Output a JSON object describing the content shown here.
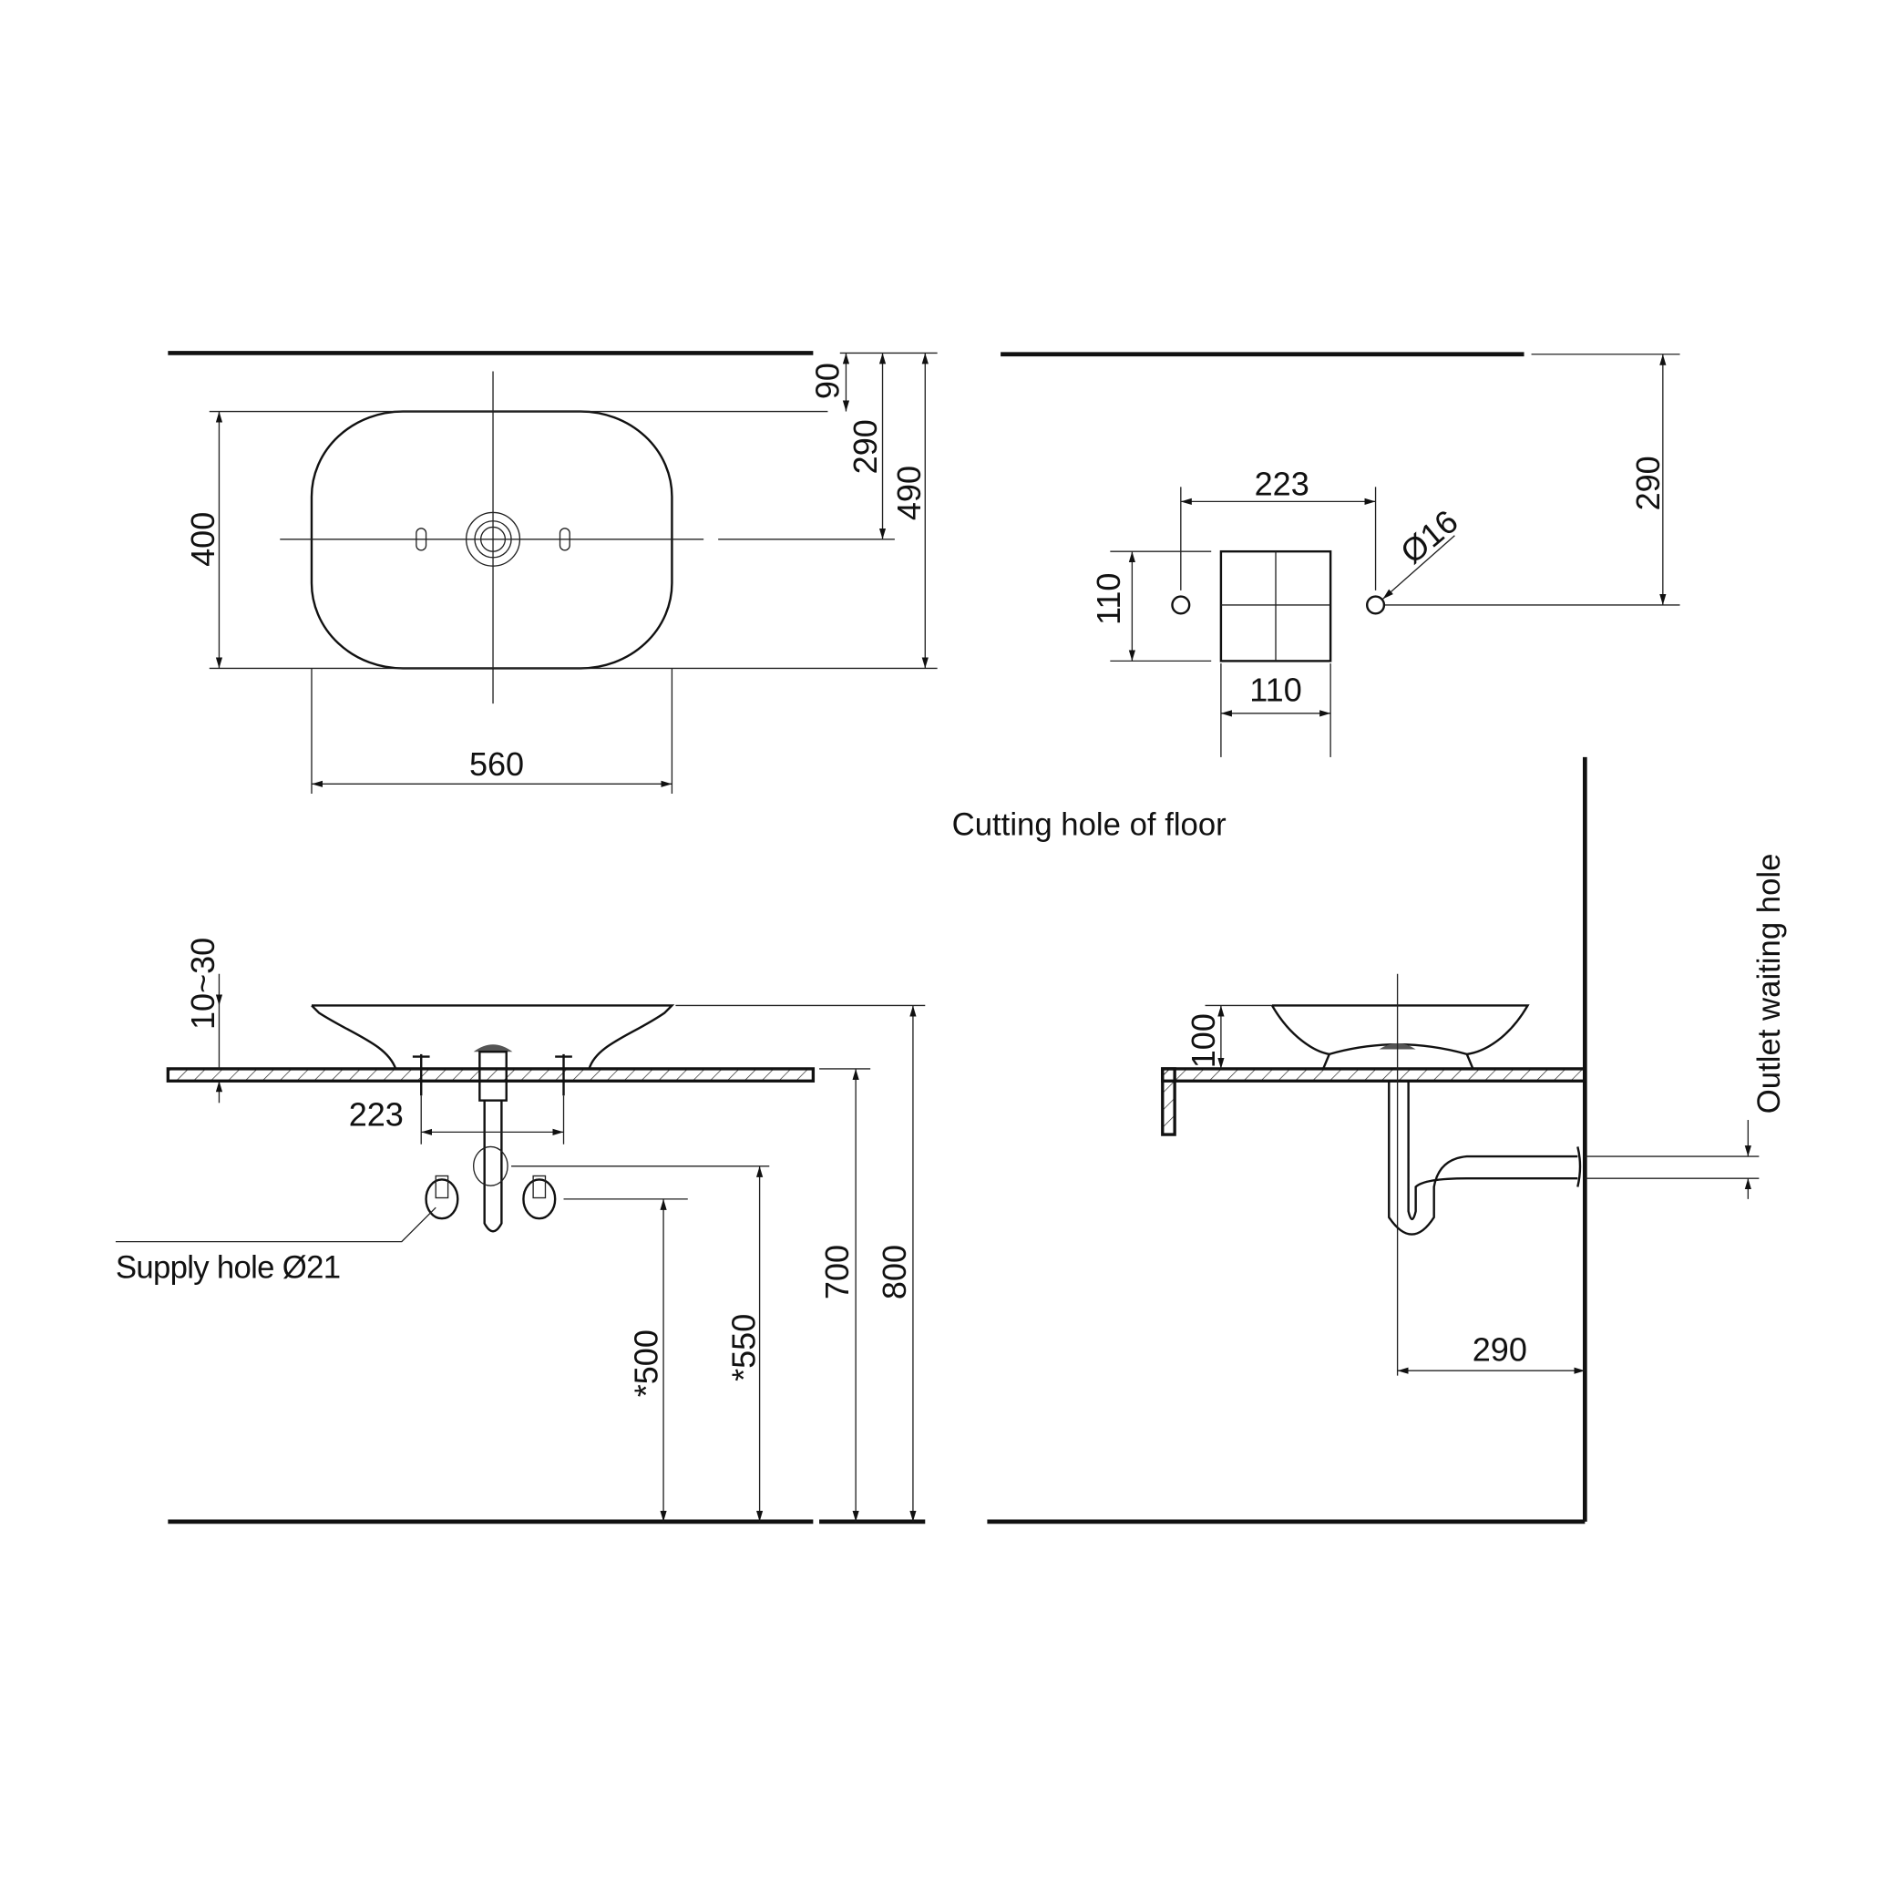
{
  "plan_view": {
    "dims": {
      "width": "560",
      "depth": "400",
      "wall_to_edge": "90",
      "wall_to_drain": "290",
      "wall_to_front": "490"
    }
  },
  "floor_cutout": {
    "title": "Cutting hole of floor",
    "dims": {
      "hole_spacing": "223",
      "hole_diameter": "Ø16",
      "cutout_height": "110",
      "cutout_width": "110",
      "wall_to_holes": "290"
    }
  },
  "front_view": {
    "dims": {
      "slab_thickness": "10~30",
      "valve_spacing": "223",
      "supply_height": "*500",
      "drain_height": "*550",
      "counter_height": "700",
      "total_height": "800"
    },
    "supply_label": "Supply hole Ø21"
  },
  "side_view": {
    "dims": {
      "basin_height": "100",
      "wall_to_drain": "290"
    },
    "outlet_label": "Outlet waiting hole"
  }
}
